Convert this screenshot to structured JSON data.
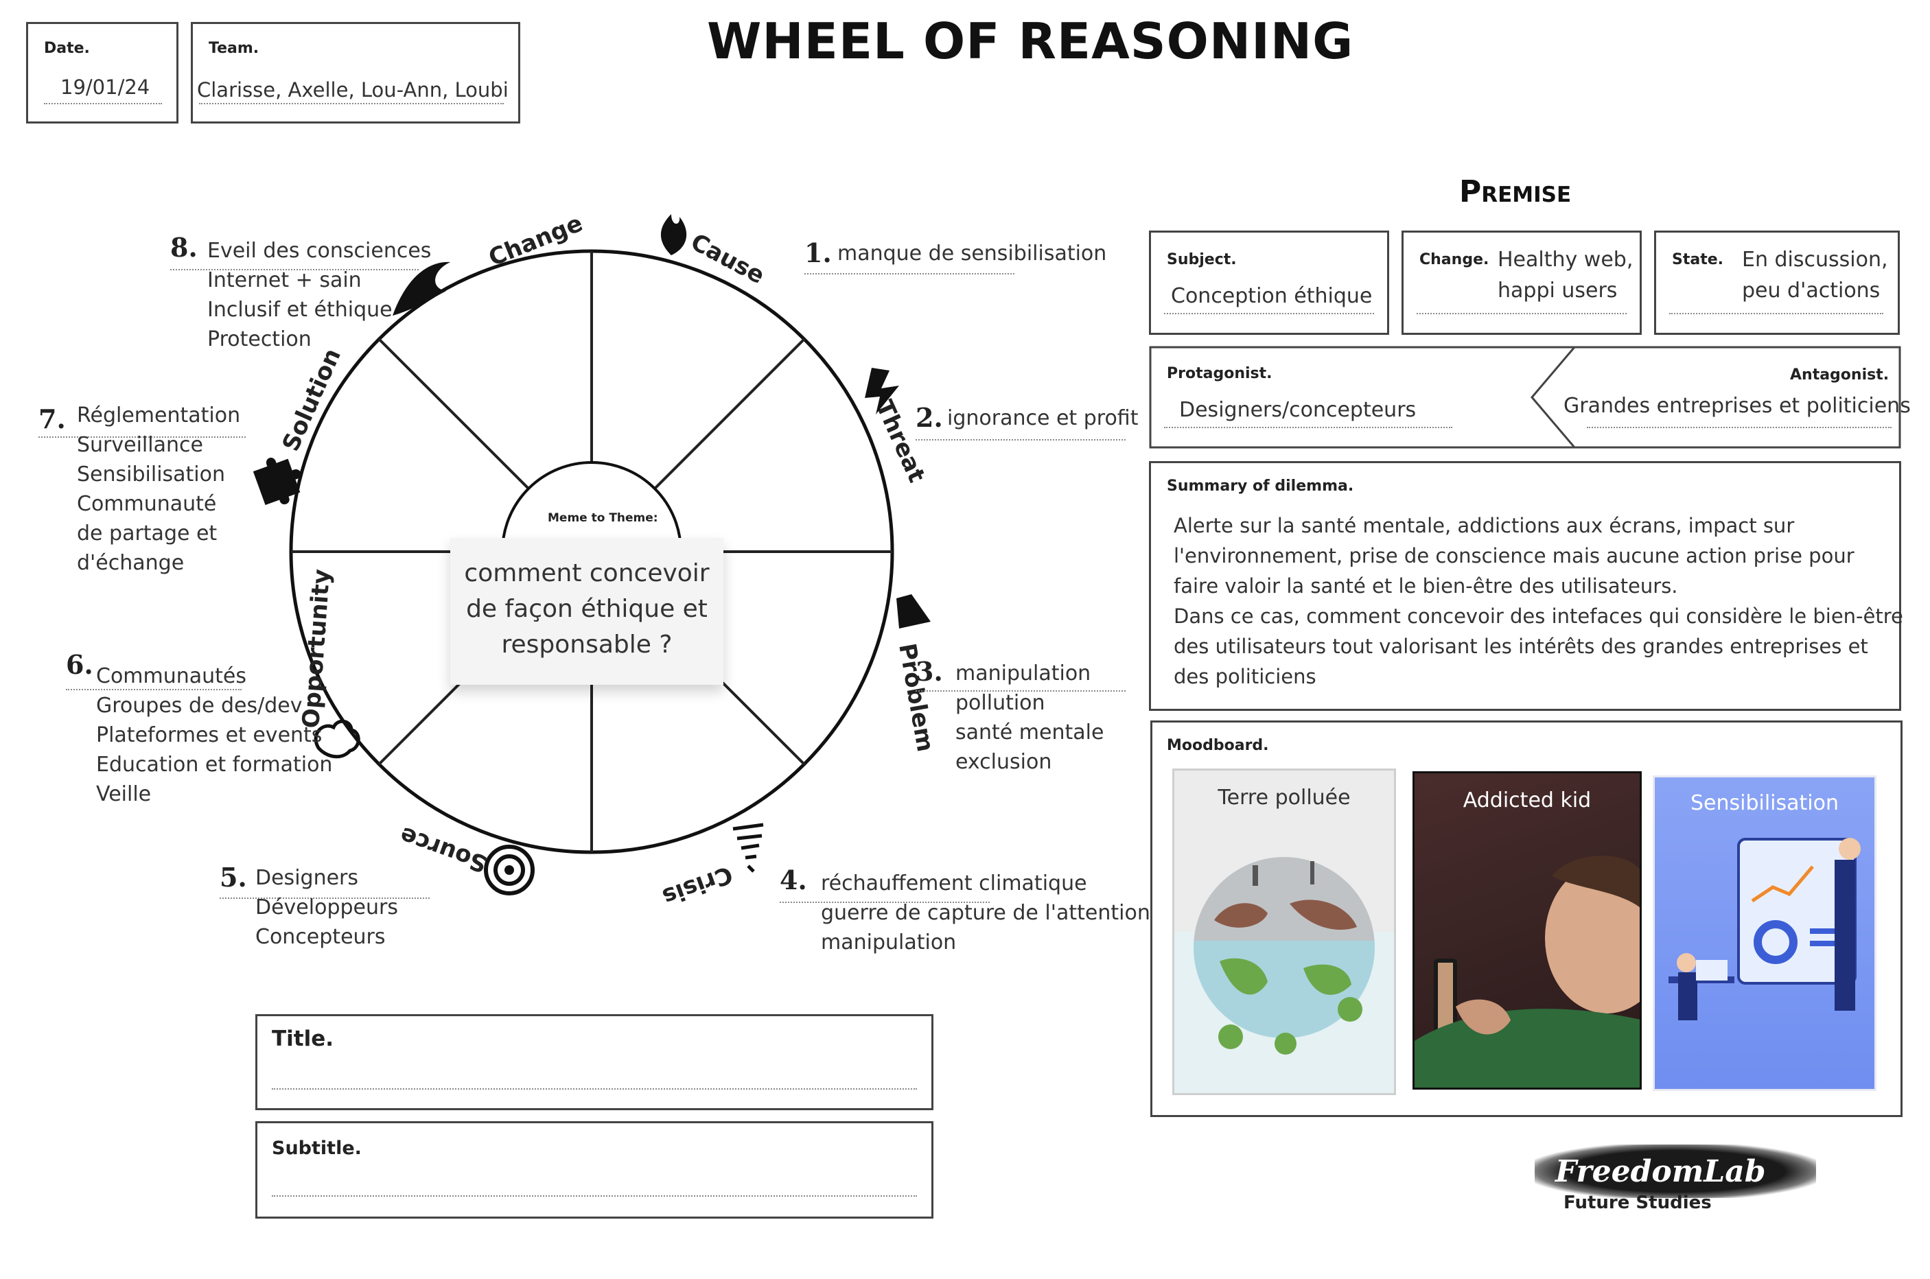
{
  "header": {
    "title": "WHEEL OF REASONING",
    "date_label": "Date.",
    "date_value": "19/01/24",
    "team_label": "Team.",
    "team_value": "Clarisse, Axelle, Lou-Ann, Loubi"
  },
  "wheel": {
    "center_label": "Meme to Theme:",
    "center_note": [
      "comment concevoir",
      "de façon éthique et",
      "responsable ?"
    ],
    "segments": {
      "cause": "Cause",
      "threat": "Threat",
      "problem": "Problem",
      "crisis": "Crisis",
      "source": "Source",
      "opportunity": "Opportunity",
      "solution": "Solution",
      "change": "Change"
    },
    "answers": [
      {
        "num": "1.",
        "lines": [
          "manque de sensibilisation"
        ]
      },
      {
        "num": "2.",
        "lines": [
          "ignorance et profit"
        ]
      },
      {
        "num": "3.",
        "lines": [
          "manipulation",
          "pollution",
          "santé mentale",
          "exclusion"
        ]
      },
      {
        "num": "4.",
        "lines": [
          "réchauffement climatique",
          "guerre de capture de l'attention",
          "manipulation"
        ]
      },
      {
        "num": "5.",
        "lines": [
          "Designers",
          "Développeurs",
          "Concepteurs"
        ]
      },
      {
        "num": "6.",
        "lines": [
          "Communautés",
          "Groupes de des/dev",
          "Plateformes et events",
          "Education et formation",
          "Veille"
        ]
      },
      {
        "num": "7.",
        "lines": [
          "Réglementation",
          "Surveillance",
          "Sensibilisation",
          "Communauté",
          "de partage et",
          "d'échange"
        ]
      },
      {
        "num": "8.",
        "lines": [
          "Eveil des consciences",
          "Internet + sain",
          "Inclusif et éthique",
          "Protection"
        ]
      }
    ]
  },
  "title_box": {
    "label": "Title."
  },
  "subtitle_box": {
    "label": "Subtitle."
  },
  "premise": {
    "heading": "Premise",
    "subject_label": "Subject.",
    "subject_value": "Conception éthique",
    "change_label": "Change.",
    "change_value": [
      "Healthy web,",
      "happi users"
    ],
    "state_label": "State.",
    "state_value": [
      "En discussion,",
      "peu d'actions"
    ],
    "protagonist_label": "Protagonist.",
    "protagonist_value": "Designers/concepteurs",
    "antagonist_label": "Antagonist.",
    "antagonist_value": "Grandes entreprises et politiciens",
    "summary_label": "Summary of dilemma.",
    "summary_lines": [
      "Alerte sur la santé mentale, addictions aux écrans, impact sur",
      "l'environnement, prise de conscience mais aucune action prise pour",
      "faire valoir la santé et le bien-être des utilisateurs.",
      "Dans ce cas, comment concevoir des intefaces qui considère le bien-être",
      "des utilisateurs tout valorisant les intérêts des grandes entreprises et",
      "des politiciens"
    ],
    "moodboard_label": "Moodboard.",
    "moodboard": [
      {
        "caption": "Terre polluée"
      },
      {
        "caption": "Addicted kid"
      },
      {
        "caption": "Sensibilisation"
      }
    ]
  },
  "logo": {
    "brand": "FreedomLab",
    "tagline": "Future Studies"
  },
  "colors": {
    "ink": "#222222",
    "sticky": "#f4f4f4",
    "mood_blue": "#6f8ef0",
    "mood_dark": "#3a2424"
  }
}
